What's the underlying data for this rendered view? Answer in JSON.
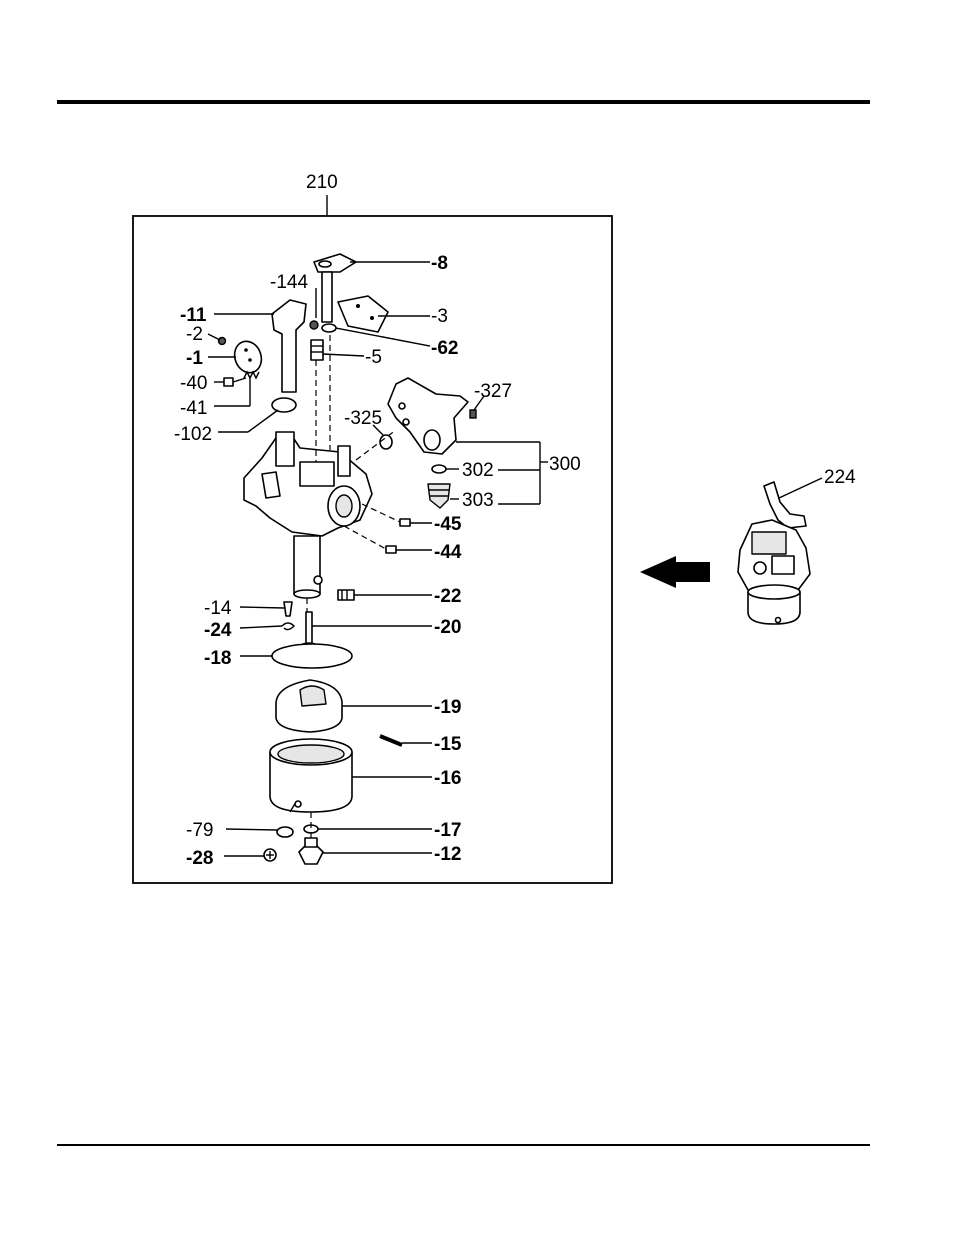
{
  "assembly_label": "210",
  "inset_label": "224",
  "group_label": "300",
  "callouts": {
    "c8": "-8",
    "c144": "-144",
    "c3": "-3",
    "c11": "-11",
    "c62": "-62",
    "c2": "-2",
    "c1": "-1",
    "c5": "-5",
    "c40": "-40",
    "c327": "-327",
    "c41": "-41",
    "c325": "-325",
    "c102": "-102",
    "c302": "302",
    "c303": "303",
    "c45": "-45",
    "c44": "-44",
    "c22": "-22",
    "c14": "-14",
    "c24": "-24",
    "c20": "-20",
    "c18": "-18",
    "c19": "-19",
    "c15": "-15",
    "c16": "-16",
    "c79": "-79",
    "c17": "-17",
    "c28": "-28",
    "c12": "-12"
  }
}
